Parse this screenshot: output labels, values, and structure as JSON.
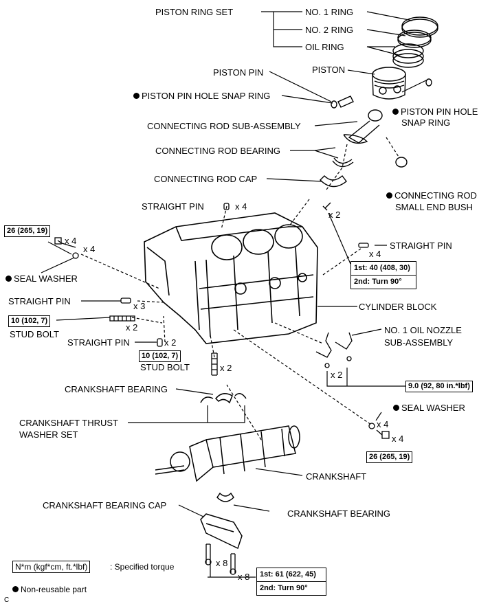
{
  "labels": {
    "piston_ring_set": "PISTON RING SET",
    "no1_ring": "NO. 1 RING",
    "no2_ring": "NO. 2 RING",
    "oil_ring": "OIL RING",
    "piston_pin": "PISTON PIN",
    "piston": "PISTON",
    "piston_pin_hole_snap_ring_left": "PISTON PIN HOLE SNAP RING",
    "piston_pin_hole_snap_ring_right_1": "PISTON PIN HOLE",
    "piston_pin_hole_snap_ring_right_2": "SNAP RING",
    "connecting_rod_sub_assembly": "CONNECTING ROD SUB-ASSEMBLY",
    "connecting_rod_bearing": "CONNECTING ROD BEARING",
    "connecting_rod_cap": "CONNECTING ROD CAP",
    "connecting_rod_small_end_bush_1": "CONNECTING ROD",
    "connecting_rod_small_end_bush_2": "SMALL END BUSH",
    "straight_pin_top": "STRAIGHT PIN",
    "straight_pin_right": "STRAIGHT PIN",
    "straight_pin_left": "STRAIGHT PIN",
    "straight_pin_lower": "STRAIGHT PIN",
    "seal_washer_left": "SEAL WASHER",
    "seal_washer_right": "SEAL WASHER",
    "stud_bolt_left": "STUD BOLT",
    "stud_bolt_center": "STUD BOLT",
    "cylinder_block": "CYLINDER BLOCK",
    "no1_oil_nozzle_1": "NO. 1 OIL NOZZLE",
    "no1_oil_nozzle_2": "SUB-ASSEMBLY",
    "crankshaft_bearing_top": "CRANKSHAFT BEARING",
    "crankshaft_thrust_1": "CRANKSHAFT THRUST",
    "crankshaft_thrust_2": "WASHER SET",
    "crankshaft": "CRANKSHAFT",
    "crankshaft_bearing_cap": "CRANKSHAFT BEARING CAP",
    "crankshaft_bearing_bottom": "CRANKSHAFT BEARING"
  },
  "quantities": {
    "straight_pin_top": "x 4",
    "bolt_left": "x 4",
    "washer_left": "x 4",
    "rod_bolt": "x 2",
    "straight_pin_right": "x 4",
    "straight_pin_left": "x 3",
    "stud_left": "x 2",
    "straight_pin_lower": "x 2",
    "stud_center": "x 2",
    "nozzle_bolt": "x 2",
    "washer_right": "x 4",
    "bolt_right": "x 4",
    "cap_bolt_1": "x 8",
    "cap_bolt_2": "x 8"
  },
  "torques": {
    "bolt_left": "26 (265, 19)",
    "rod_1st": "1st: 40 (408, 30)",
    "rod_2nd": "2nd: Turn 90°",
    "stud_left": "10 (102, 7)",
    "stud_center": "10 (102, 7)",
    "nozzle": "9.0 (92, 80 in.*lbf)",
    "bolt_right": "26 (265, 19)",
    "cap_1st": "1st: 61 (622, 45)",
    "cap_2nd": "2nd: Turn 90°"
  },
  "legend": {
    "torque_unit": "N*m (kgf*cm, ft.*lbf)",
    "torque_desc": ": Specified torque",
    "non_reusable": "Non-reusable part"
  },
  "corner_code": "C"
}
